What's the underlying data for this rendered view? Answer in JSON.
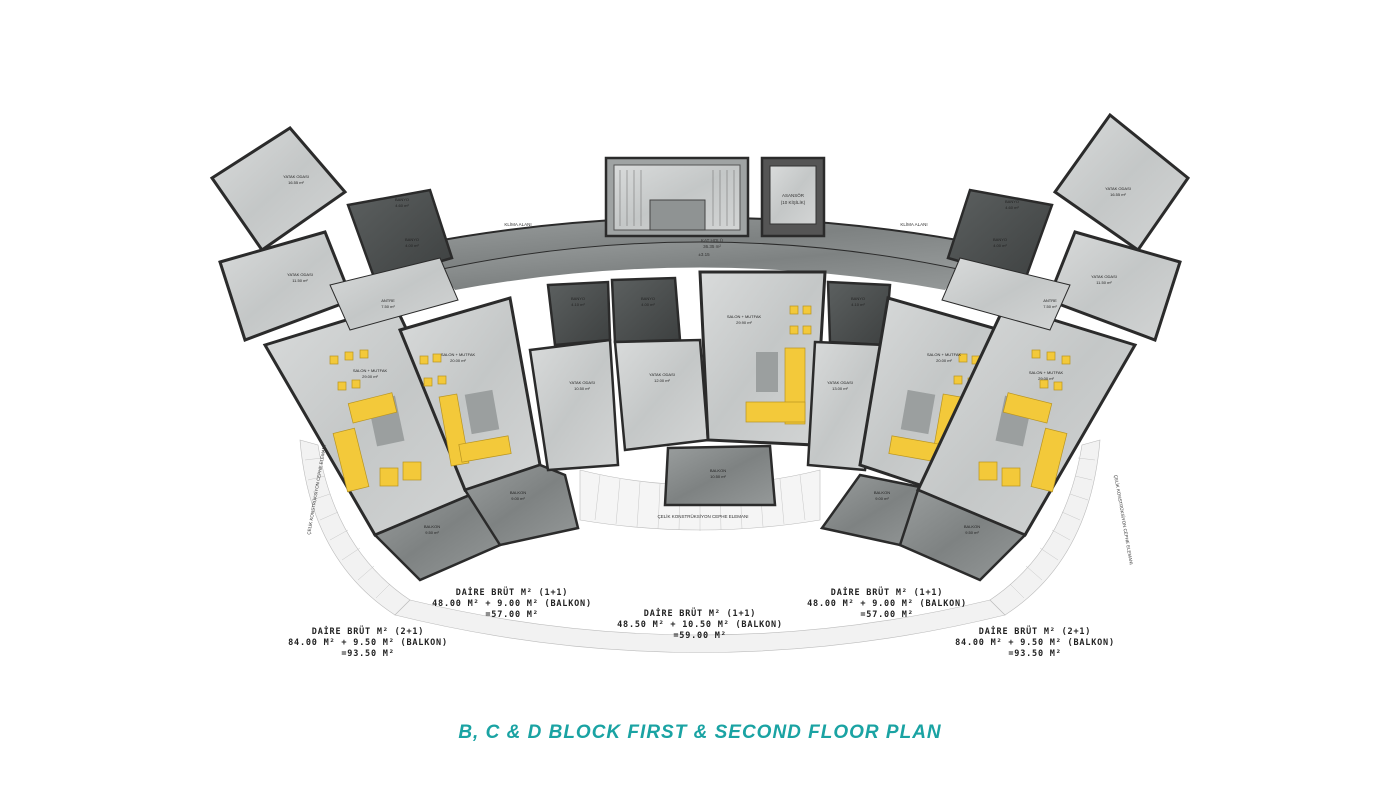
{
  "plan_title": "B, C & D BLOCK FIRST & SECOND FLOOR PLAN",
  "colors": {
    "title": "#1aa3a3",
    "marble": "#cfd1d1",
    "marble_dark": "#8e9292",
    "wall": "#2b2b2b",
    "sofa": "#f3c93a",
    "wet": "#4e5252"
  },
  "core": {
    "elevator": "ASANSÖR",
    "elevator_capacity": "(10 KİŞİLİK)",
    "hall": "KAT HOLÜ",
    "hall_area": "36.35 m²",
    "level": "±3.15"
  },
  "climate_left": "KLİMA ALANI",
  "climate_right": "KLİMA ALANI",
  "facade_center": "ÇELİK KONSTRÜKSİYON CEPHE ELEMANI",
  "facade_left": "ÇELİK KONSTRÜKSİYON CEPHE ELEMANI",
  "facade_right": "ÇELİK KONSTRÜKSİYON CEPHE ELEMANI",
  "rooms": {
    "l_bed1": {
      "name": "YATAK ODASI",
      "area": "16.55 m²"
    },
    "l_bed2": {
      "name": "YATAK ODASI",
      "area": "11.50 m²"
    },
    "l_bath1": {
      "name": "BANYO",
      "area": "4.60 m²"
    },
    "l_bath2": {
      "name": "BANYO",
      "area": "4.00 m²"
    },
    "l_entry": {
      "name": "ANTRE",
      "area": "7.50 m²"
    },
    "l_salon": {
      "name": "SALON + MUTFAK",
      "area": "29.00 m²"
    },
    "l_balcony": {
      "name": "BALKON",
      "area": "9.50 m²"
    },
    "lc_salon": {
      "name": "SALON + MUTFAK",
      "area": "20.00 m²"
    },
    "lc_balcony": {
      "name": "BALKON",
      "area": "9.00 m²"
    },
    "lc_bath": {
      "name": "BANYO",
      "area": "4.10 m²"
    },
    "lc_bed": {
      "name": "YATAK ODASI",
      "area": "10.50 m²"
    },
    "c_bath": {
      "name": "BANYO",
      "area": "4.00 m²"
    },
    "c_bed": {
      "name": "YATAK ODASI",
      "area": "12.00 m²"
    },
    "c_salon": {
      "name": "SALON + MUTFAK",
      "area": "29.90 m²"
    },
    "c_balcony": {
      "name": "BALKON",
      "area": "10.50 m²"
    },
    "rc_bath": {
      "name": "BANYO",
      "area": "4.10 m²"
    },
    "rc_bed": {
      "name": "YATAK ODASI",
      "area": "13.00 m²"
    },
    "rc_salon": {
      "name": "SALON + MUTFAK",
      "area": "20.00 m²"
    },
    "rc_balcony": {
      "name": "BALKON",
      "area": "9.00 m²"
    },
    "r_bed1": {
      "name": "YATAK ODASI",
      "area": "16.55 m²"
    },
    "r_bed2": {
      "name": "YATAK ODASI",
      "area": "11.50 m²"
    },
    "r_bath1": {
      "name": "BANYO",
      "area": "4.60 m²"
    },
    "r_bath2": {
      "name": "BANYO",
      "area": "4.00 m²"
    },
    "r_entry": {
      "name": "ANTRE",
      "area": "7.50 m²"
    },
    "r_salon": {
      "name": "SALON + MUTFAK",
      "area": "29.00 m²"
    },
    "r_balcony": {
      "name": "BALKON",
      "area": "9.50 m²"
    }
  },
  "unit_summaries": {
    "left_outer": {
      "line1": "DAİRE BRÜT M² (2+1)",
      "line2": "84.00 M² + 9.50 M² (BALKON)",
      "line3": "=93.50 M²"
    },
    "left_inner": {
      "line1": "DAİRE BRÜT M² (1+1)",
      "line2": "48.00 M² + 9.00 M² (BALKON)",
      "line3": "=57.00 M²"
    },
    "center": {
      "line1": "DAİRE BRÜT M² (1+1)",
      "line2": "48.50 M² + 10.50 M² (BALKON)",
      "line3": "=59.00 M²"
    },
    "right_inner": {
      "line1": "DAİRE BRÜT M² (1+1)",
      "line2": "48.00 M² + 9.00 M² (BALKON)",
      "line3": "=57.00 M²"
    },
    "right_outer": {
      "line1": "DAİRE BRÜT M² (2+1)",
      "line2": "84.00 M² + 9.50 M² (BALKON)",
      "line3": "=93.50 M²"
    }
  }
}
